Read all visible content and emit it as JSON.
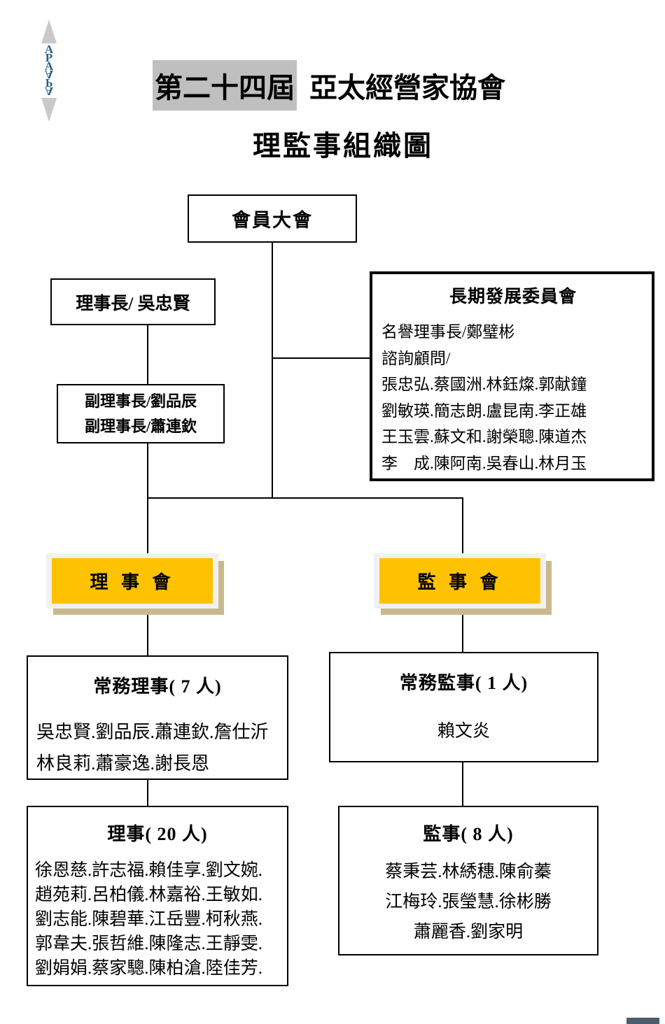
{
  "colors": {
    "accent-yellow": "#ffc200",
    "shadow-tan": "#c8b98c",
    "highlight-gray": "#bfbfbf",
    "logo-blue": "#27608a",
    "slate-bar": "#4d5d6b"
  },
  "logo": {
    "letter_top": "A",
    "letter_mid": "P",
    "letter_bottom": "A"
  },
  "header": {
    "title_highlight": "第二十四屆",
    "title_rest": "亞太經營家協會",
    "subtitle": "理監事組織圖"
  },
  "boxes": {
    "assembly": {
      "label": "會員大會"
    },
    "chairman": {
      "label": "理事長/ 吳忠賢"
    },
    "committee": {
      "title": "長期發展委員會",
      "lines": [
        "名譽理事長/鄭璧彬",
        "諮詢顧問/",
        "張忠弘.蔡國洲.林鈺燦.郭献鐘",
        "劉敏瑛.簡志朗.盧昆南.李正雄",
        "王玉雲.蘇文和.謝榮聰.陳道杰",
        "李　成.陳阿南.吳春山.林月玉"
      ]
    },
    "vice_chairmen": {
      "lines": [
        "副理事長/劉品辰",
        "副理事長/蕭連欽"
      ]
    },
    "board_directors": {
      "label": "理 事 會"
    },
    "board_supervisors": {
      "label": "監 事 會"
    },
    "standing_directors": {
      "title": "常務理事( 7 人)",
      "lines": [
        "吳忠賢.劉品辰.蕭連欽.詹仕沂",
        "林良莉.蕭豪逸.謝長恩"
      ]
    },
    "standing_supervisors": {
      "title": "常務監事( 1 人)",
      "lines": [
        "賴文炎"
      ]
    },
    "directors": {
      "title": "理事( 20 人)",
      "lines": [
        "徐恩慈.許志福.賴佳享.劉文婉.",
        "趙苑莉.呂柏儀.林嘉裕.王敏如.",
        "劉志能.陳碧華.江岳豐.柯秋燕.",
        "郭韋夫.張哲維.陳隆志.王靜雯.",
        "劉娟娟.蔡家驄.陳柏滄.陸佳芳."
      ]
    },
    "supervisors": {
      "title": "監事( 8 人)",
      "lines": [
        "蔡秉芸.林綉穗.陳俞蓁",
        "江梅玲.張瑩慧.徐彬勝",
        "蕭麗香.劉家明"
      ]
    }
  }
}
